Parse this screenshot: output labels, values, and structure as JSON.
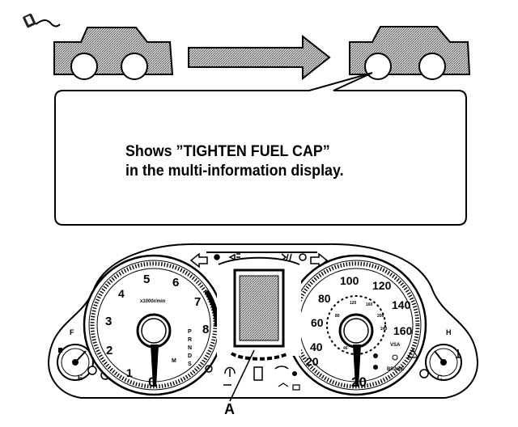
{
  "callout": {
    "line1": "Shows ”TIGHTEN FUEL CAP”",
    "line2": "in the multi-information display."
  },
  "label_a": "A",
  "tachometer": {
    "unit": "x1000r/min",
    "numbers": [
      "0",
      "1",
      "2",
      "3",
      "4",
      "5",
      "6",
      "7",
      "8"
    ],
    "gear": [
      "P",
      "R",
      "N",
      "D",
      "S"
    ],
    "m": "M"
  },
  "speedometer": {
    "numbers": [
      "20",
      "40",
      "60",
      "80",
      "100",
      "120",
      "140",
      "160"
    ],
    "km_numbers": [
      "40",
      "80",
      "120",
      "160",
      "200",
      "240"
    ],
    "indicators": [
      "VSA",
      "BRAKE"
    ]
  },
  "gauge_marks": {
    "fuel_top": "F",
    "fuel_bottom": "E",
    "temp_top": "H",
    "temp_bottom": "C"
  }
}
